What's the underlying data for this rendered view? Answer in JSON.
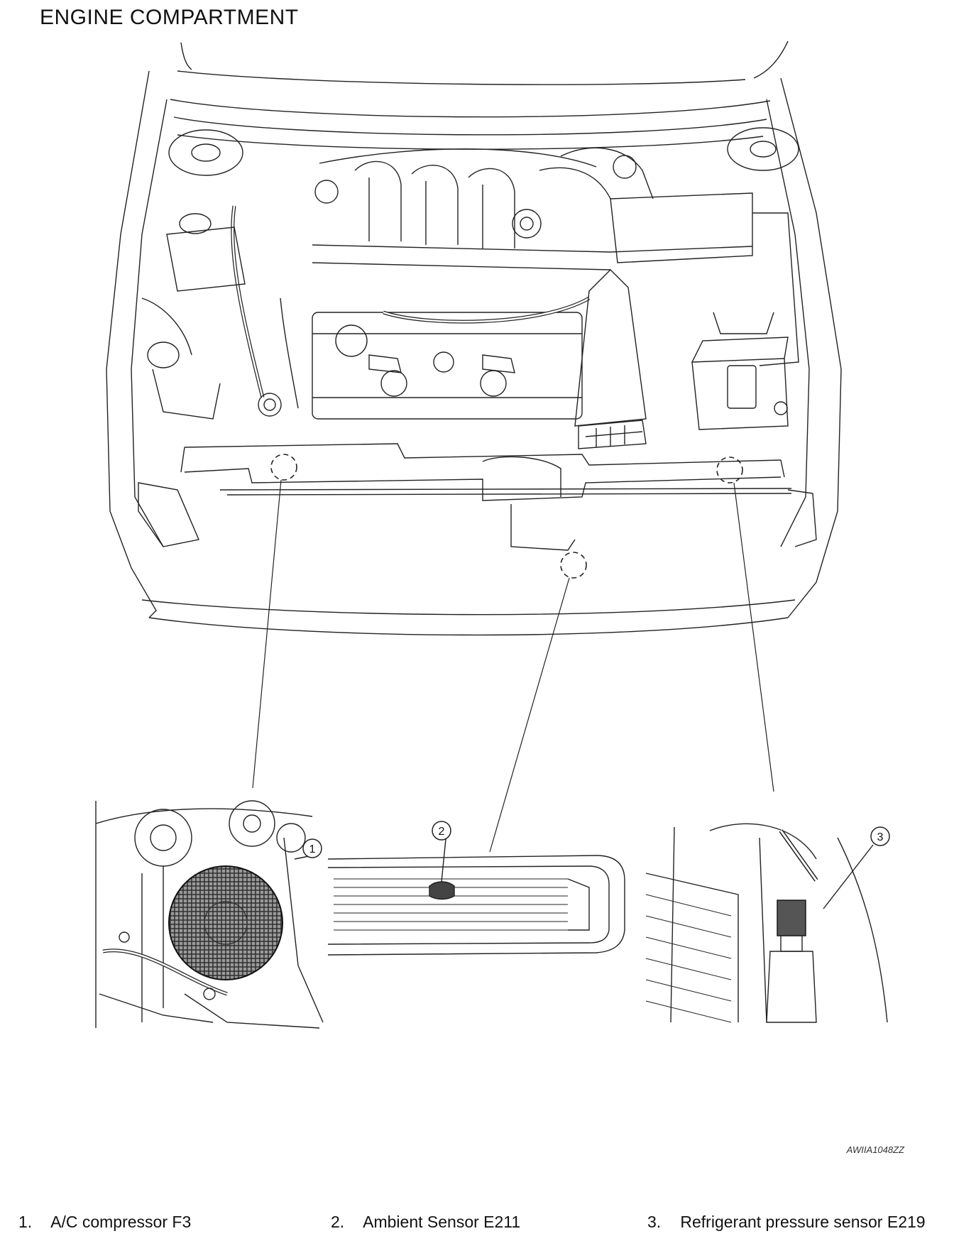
{
  "title": "ENGINE COMPARTMENT",
  "figure_id": "AWIIA1048ZZ",
  "callouts": [
    {
      "marker": "1",
      "number": "1.",
      "label": "A/C compressor F3"
    },
    {
      "marker": "2",
      "number": "2.",
      "label": "Ambient Sensor E211"
    },
    {
      "marker": "3",
      "number": "3.",
      "label": "Refrigerant pressure sensor E219"
    }
  ]
}
